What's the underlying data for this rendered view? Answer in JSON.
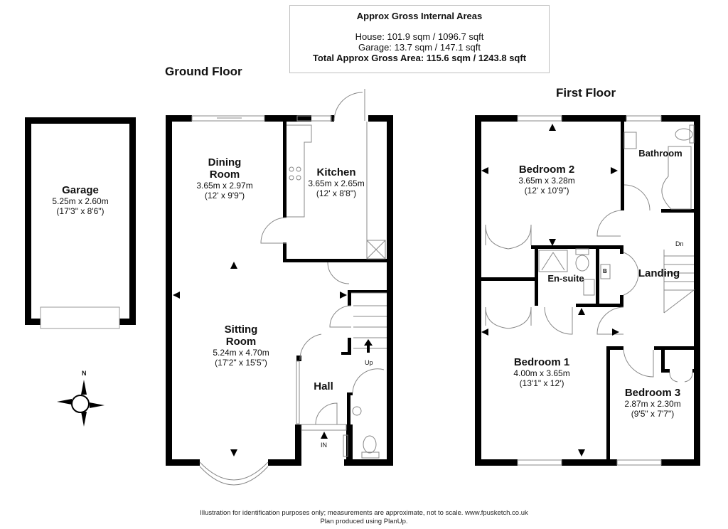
{
  "areas": {
    "title": "Approx Gross Internal Areas",
    "house": "House: 101.9 sqm / 1096.7 sqft",
    "garage": "Garage: 13.7 sqm / 147.1 sqft",
    "total": "Total Approx Gross Area: 115.6 sqm / 1243.8 sqft"
  },
  "floors": {
    "ground": {
      "title": "Ground Floor",
      "rooms": [
        {
          "name": "Garage",
          "dim_m": "5.25m x 2.60m",
          "dim_ft": "(17'3\" x 8'6\")"
        },
        {
          "name_line1": "Dining",
          "name_line2": "Room",
          "dim_m": "3.65m x 2.97m",
          "dim_ft": "(12' x 9'9\")"
        },
        {
          "name": "Kitchen",
          "dim_m": "3.65m x 2.65m",
          "dim_ft": "(12' x 8'8\")"
        },
        {
          "name_line1": "Sitting",
          "name_line2": "Room",
          "dim_m": "5.24m x 4.70m",
          "dim_ft": "(17'2\" x 15'5\")"
        },
        {
          "name": "Hall"
        }
      ],
      "labels": {
        "stairs_up": "Up",
        "entrance": "IN"
      }
    },
    "first": {
      "title": "First Floor",
      "rooms": [
        {
          "name": "Bedroom 2",
          "dim_m": "3.65m x 3.28m",
          "dim_ft": "(12' x 10'9\")"
        },
        {
          "name": "Bathroom"
        },
        {
          "name": "En-suite"
        },
        {
          "name": "Landing"
        },
        {
          "name": "Bedroom 1",
          "dim_m": "4.00m x 3.65m",
          "dim_ft": "(13'1\" x 12')"
        },
        {
          "name": "Bedroom 3",
          "dim_m": "2.87m x 2.30m",
          "dim_ft": "(9'5\" x 7'7\")"
        }
      ],
      "labels": {
        "stairs_down": "Dn",
        "boiler": "B"
      }
    }
  },
  "compass": {
    "north_label": "N"
  },
  "footer": {
    "line1": "Illustration for identification purposes only; measurements are approximate, not to scale. www.fpusketch.co.uk",
    "line2": "Plan produced using PlanUp."
  },
  "colors": {
    "wall": "#000000",
    "fixture": "#888888",
    "background": "#ffffff"
  }
}
